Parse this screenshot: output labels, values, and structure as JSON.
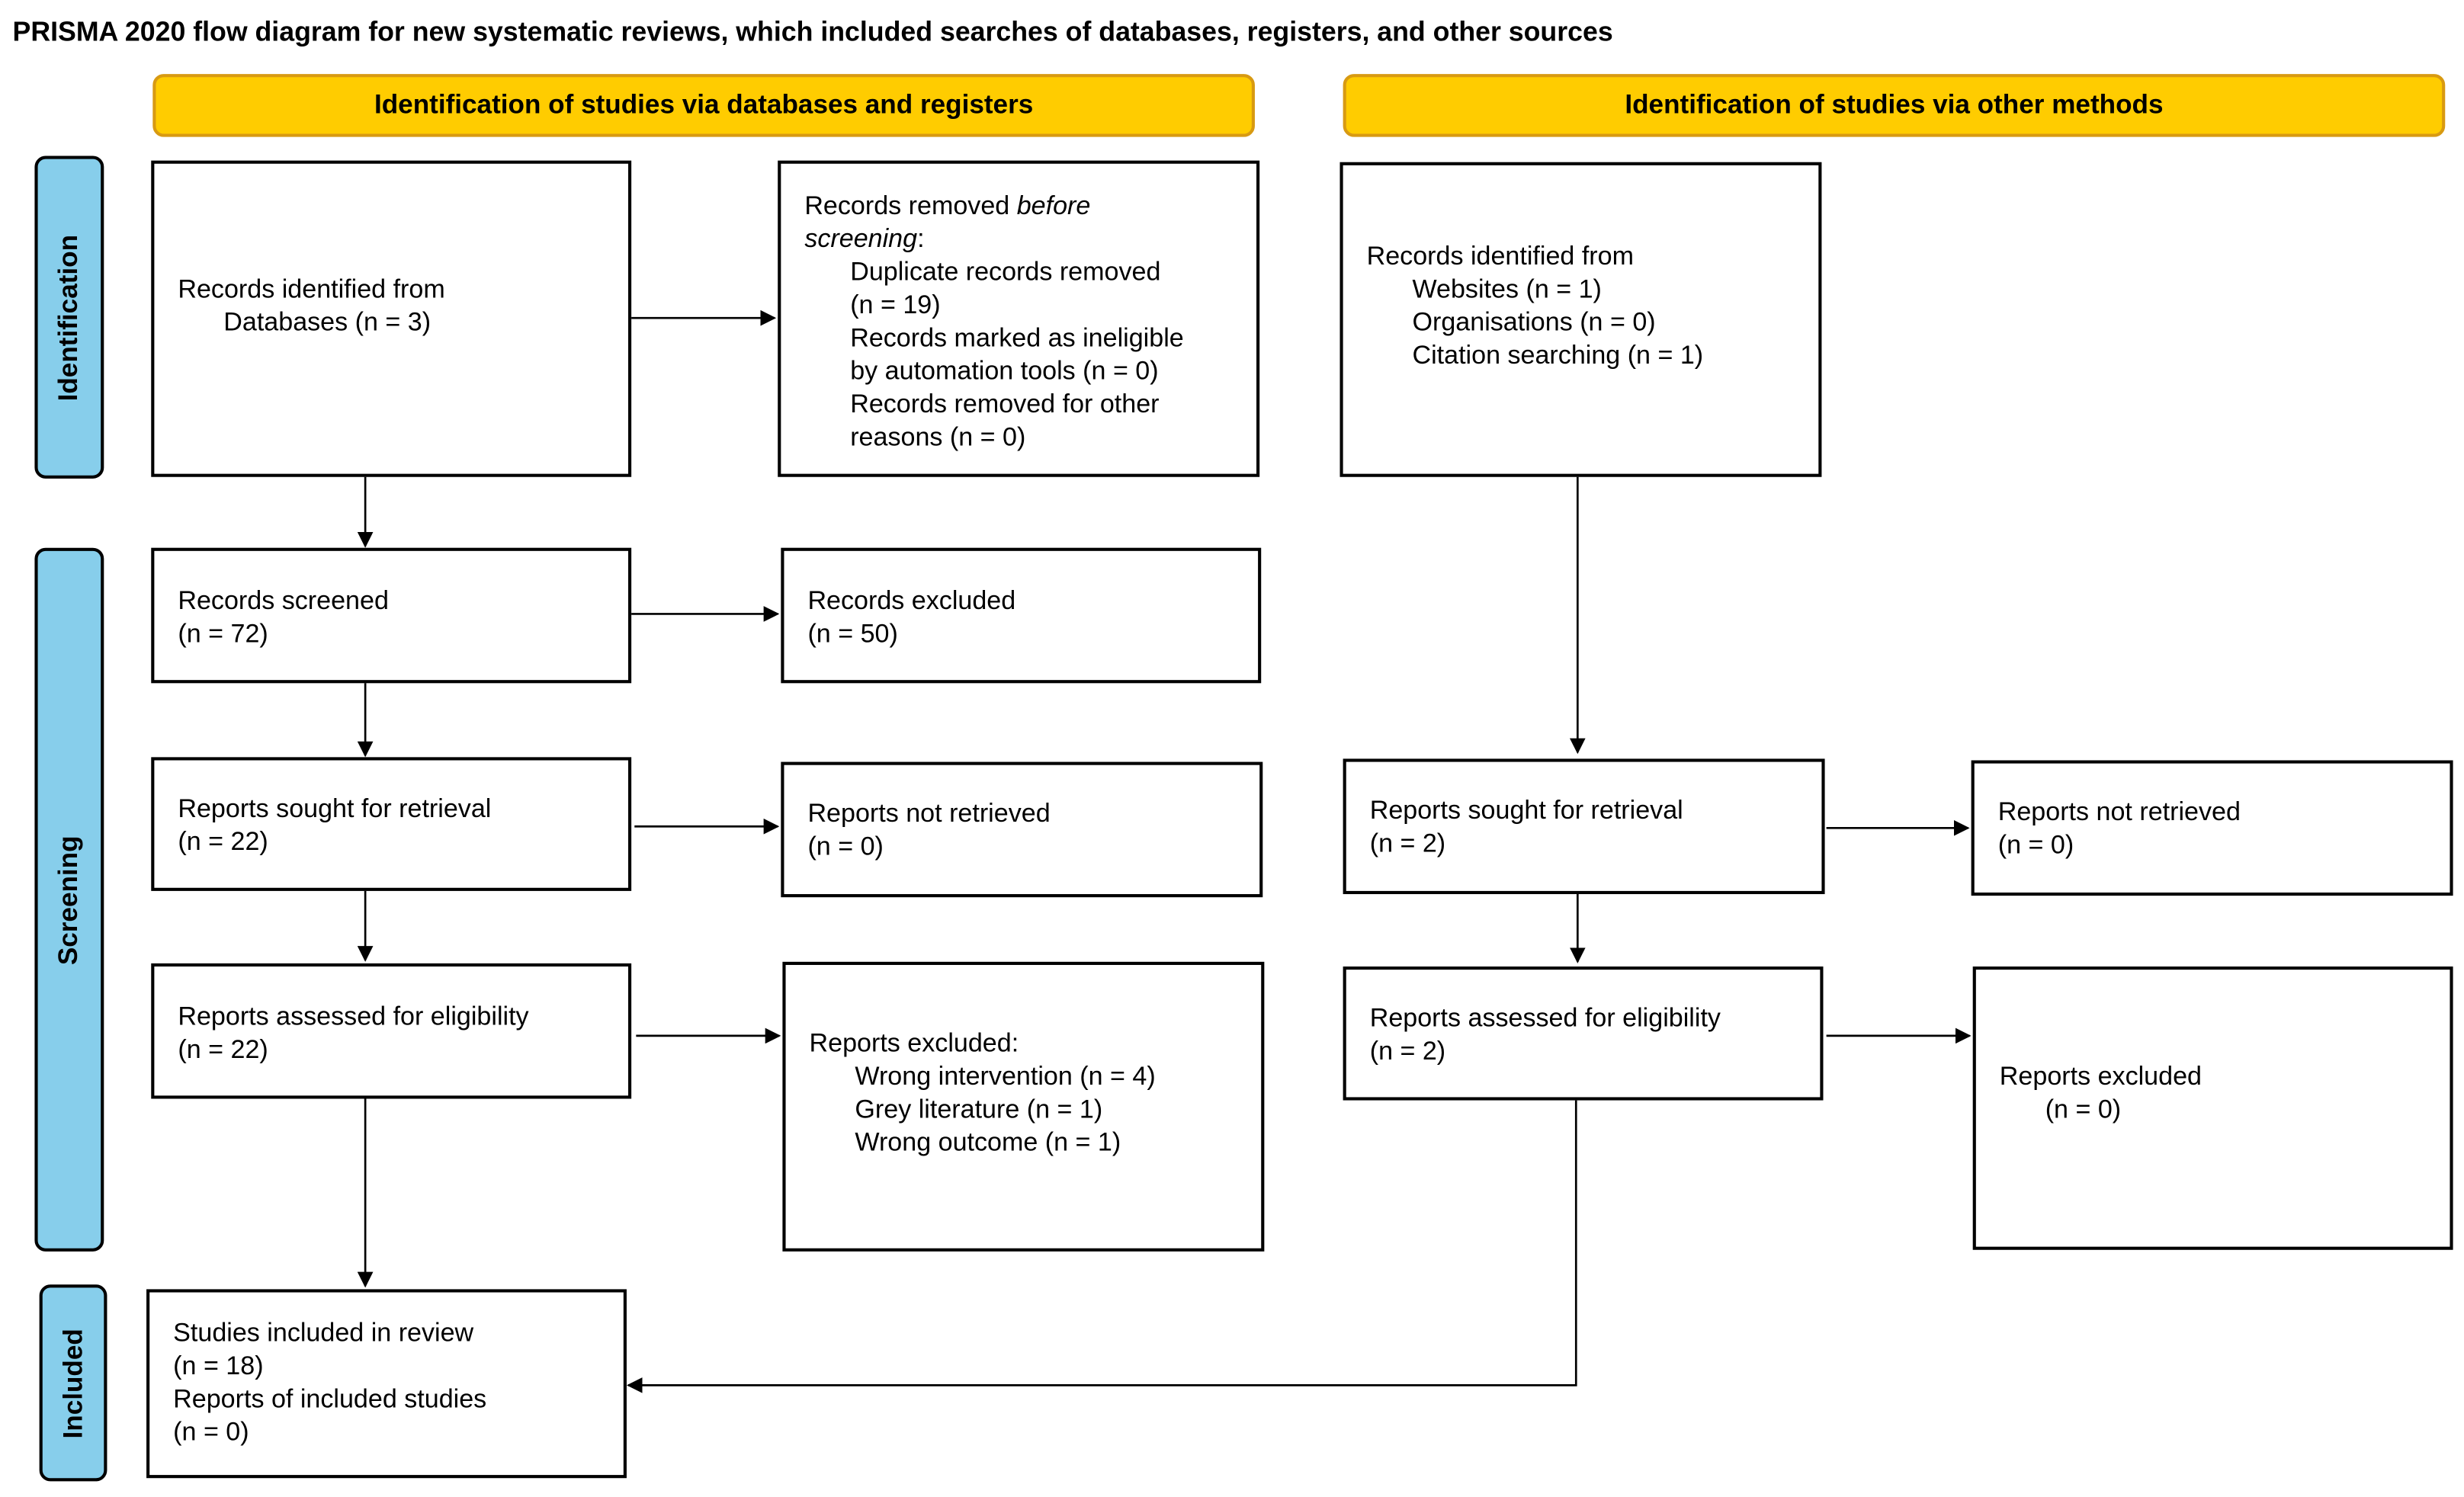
{
  "title": "PRISMA 2020 flow diagram for new systematic reviews, which included searches of databases, registers, and other sources",
  "headers": {
    "databases": "Identification of studies via databases and registers",
    "other": "Identification of studies via other methods"
  },
  "stages": {
    "identification": "Identification",
    "screening": "Screening",
    "included": "Included"
  },
  "colors": {
    "header_fill": "#FFCC00",
    "stage_fill": "#87CEEB"
  },
  "databases": {
    "identified": {
      "line1": "Records identified from",
      "line2": "Databases (n = 3)"
    },
    "removed": {
      "line1_prefix": "Records removed ",
      "line1_italic": "before",
      "line2_italic": "screening",
      "line2_suffix": ":",
      "items": [
        "Duplicate records removed",
        "(n = 19)",
        "Records marked as ineligible",
        "by automation tools (n = 0)",
        "Records removed for other",
        "reasons (n = 0)"
      ]
    },
    "screened": {
      "label": "Records screened",
      "n": "(n = 72)"
    },
    "excluded": {
      "label": "Records excluded",
      "n": "(n = 50)"
    },
    "sought": {
      "label": "Reports sought for retrieval",
      "n": "(n = 22)"
    },
    "not_retrieved": {
      "label": "Reports not retrieved",
      "n": "(n = 0)"
    },
    "assessed": {
      "label": "Reports assessed for eligibility",
      "n": "(n = 22)"
    },
    "reports_excluded": {
      "label": "Reports excluded:",
      "items": [
        "Wrong intervention (n = 4)",
        "Grey literature (n = 1)",
        "Wrong outcome (n = 1)"
      ]
    },
    "included": {
      "lines": [
        "Studies included in review",
        "(n = 18)",
        "Reports of included studies",
        "(n = 0)"
      ]
    }
  },
  "other": {
    "identified": {
      "label": "Records identified from",
      "items": [
        "Websites (n = 1)",
        "Organisations (n = 0)",
        "Citation searching (n = 1)"
      ]
    },
    "sought": {
      "label": "Reports sought for retrieval",
      "n": "(n = 2)"
    },
    "not_retrieved": {
      "label": "Reports not retrieved",
      "n": "(n = 0)"
    },
    "assessed": {
      "label": "Reports assessed for eligibility",
      "n": "(n = 2)"
    },
    "excluded": {
      "label": "Reports excluded",
      "n": "(n = 0)"
    }
  }
}
